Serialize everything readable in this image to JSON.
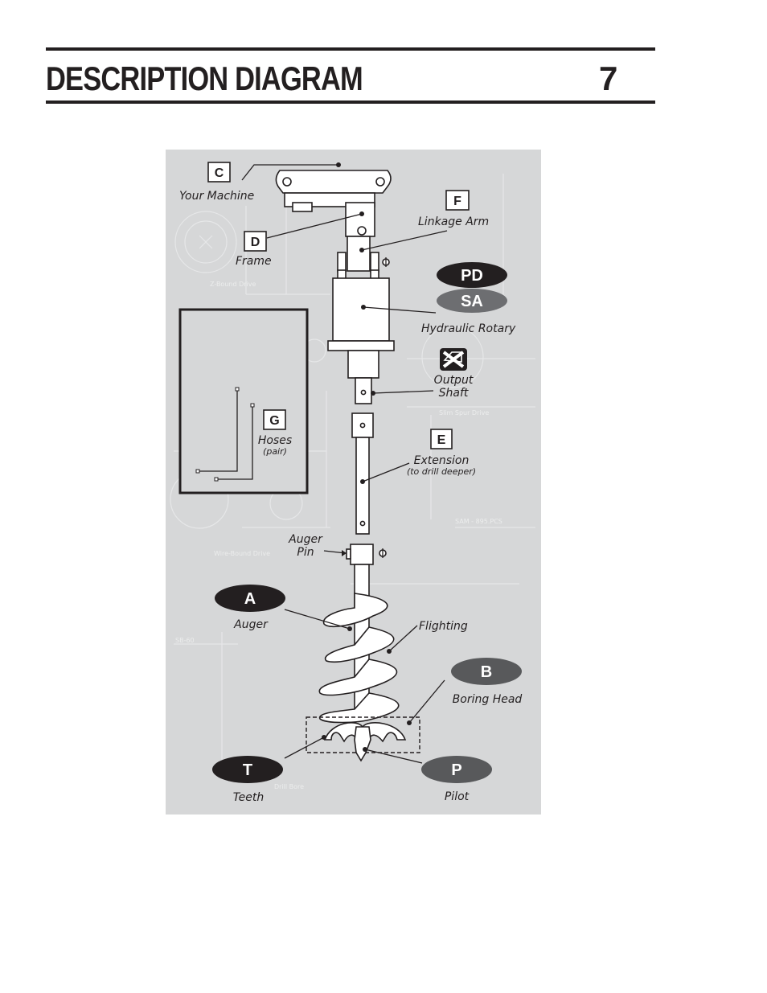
{
  "header": {
    "title": "DESCRIPTION DIAGRAM",
    "page_number": "7"
  },
  "diagram": {
    "callouts": {
      "C": {
        "letter": "C",
        "label": "Your Machine"
      },
      "D": {
        "letter": "D",
        "label": "Frame"
      },
      "F": {
        "letter": "F",
        "label": "Linkage Arm"
      },
      "G": {
        "letter": "G",
        "label": "Hoses",
        "sublabel": "(pair)"
      },
      "E": {
        "letter": "E",
        "label": "Extension",
        "sublabel": "(to drill deeper)"
      },
      "A": {
        "letter": "A",
        "label": "Auger"
      },
      "B": {
        "letter": "B",
        "label": "Boring Head"
      },
      "T": {
        "letter": "T",
        "label": "Teeth"
      },
      "P": {
        "letter": "P",
        "label": "Pilot"
      }
    },
    "rotary_badges": {
      "top": "PD",
      "bottom": "SA"
    },
    "labels": {
      "hydraulic_rotary": "Hydraulic Rotary",
      "output_shaft_line1": "Output",
      "output_shaft_line2": "Shaft",
      "auger_pin_line1": "Auger",
      "auger_pin_line2": "Pin",
      "flighting": "Flighting"
    },
    "colors": {
      "panel_background": "#d6d7d8",
      "oval_dark": "#231f20",
      "oval_mid": "#58595b",
      "oval_light": "#6d6e71"
    }
  }
}
